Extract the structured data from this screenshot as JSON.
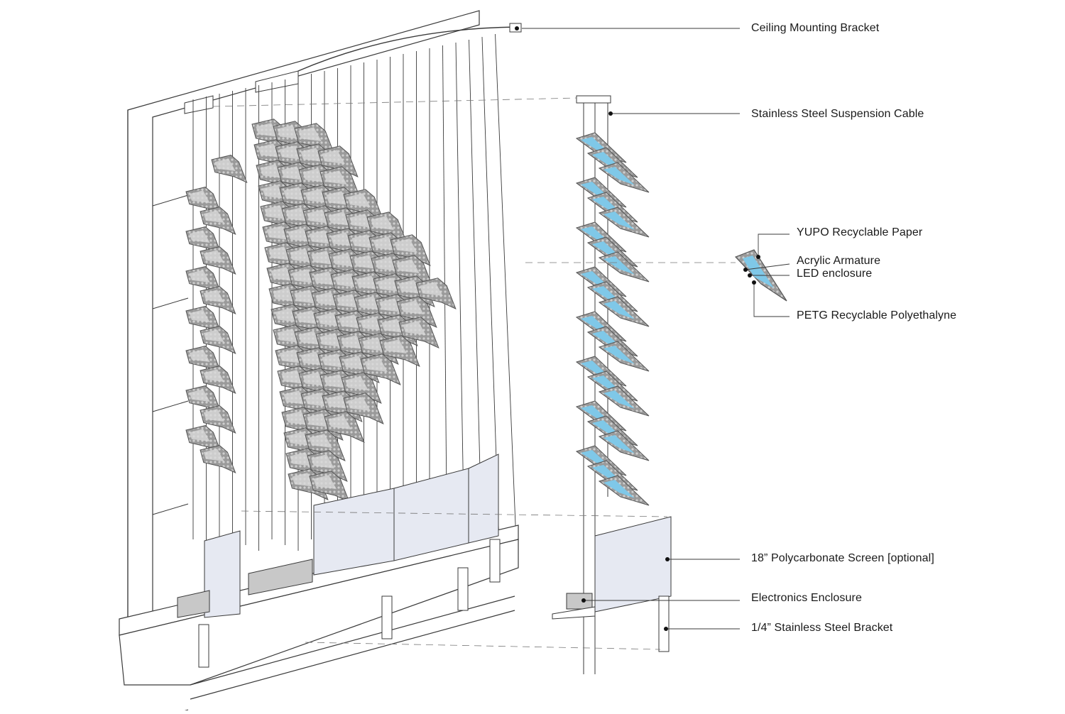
{
  "diagram": {
    "callouts": [
      {
        "id": "ceiling-mounting-bracket",
        "text": "Ceiling Mounting Bracket"
      },
      {
        "id": "stainless-steel-suspension-cable",
        "text": "Stainless Steel Suspension Cable"
      },
      {
        "id": "yupo-recyclable-paper",
        "text": "YUPO Recyclable Paper"
      },
      {
        "id": "acrylic-armature",
        "text": "Acrylic Armature"
      },
      {
        "id": "led-enclosure",
        "text": "LED enclosure"
      },
      {
        "id": "petg-recyclable-polyethalyne",
        "text": "PETG Recyclable Polyethalyne"
      },
      {
        "id": "polycarbonate-screen",
        "text": "18” Polycarbonate Screen [optional]"
      },
      {
        "id": "electronics-enclosure",
        "text": "Electronics Enclosure"
      },
      {
        "id": "stainless-steel-bracket",
        "text": "1/4” Stainless Steel Bracket"
      }
    ],
    "colors": {
      "line": "#3a3a3a",
      "panel": "#8a8a8a",
      "panel_dark": "#555555",
      "panel_light": "#d9d9d9",
      "accent_blue": "#7fc8e8",
      "screen": "#e6e9f2"
    }
  }
}
